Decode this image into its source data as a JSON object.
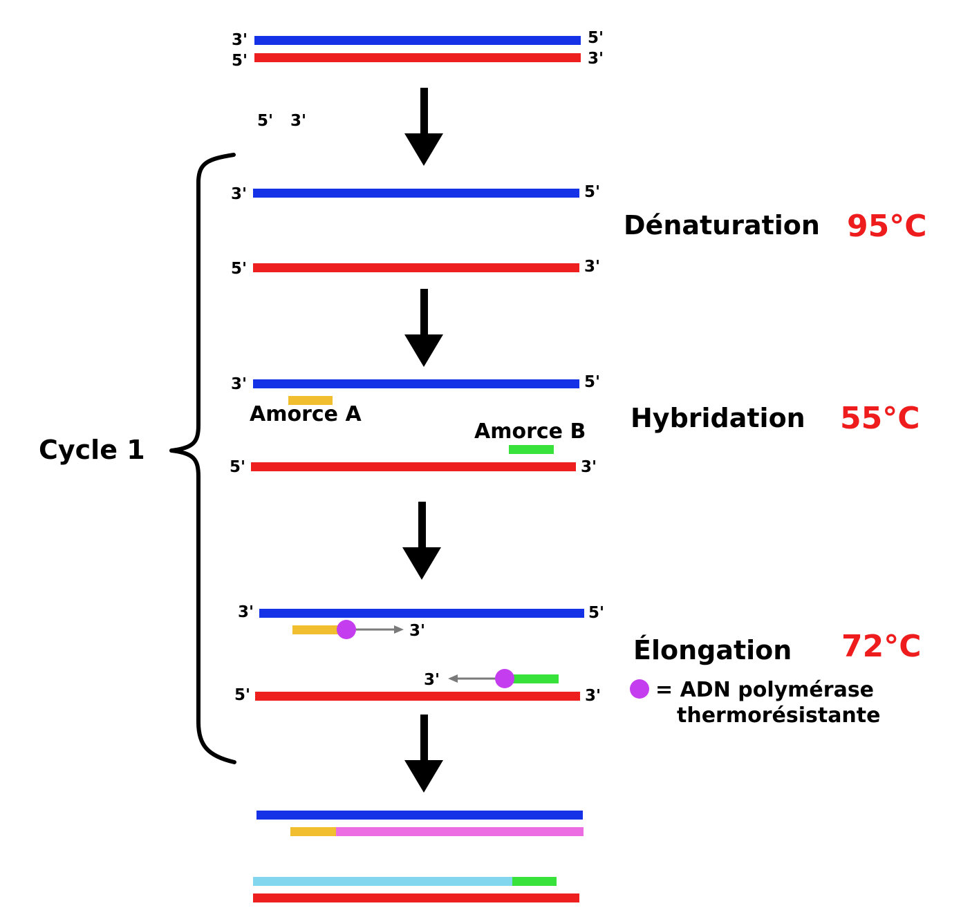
{
  "colors": {
    "strand_top": "#1532e6",
    "strand_bottom": "#ee1f1f",
    "primer_a": "#f0be2e",
    "primer_b": "#38e23a",
    "new_top": "#ec6ce1",
    "new_bottom": "#82d6ee",
    "polymerase": "#c43ef0",
    "extension_arrow": "#7a7a7a",
    "temperature": "#ee1c1c"
  },
  "labels": {
    "end_3": "3'",
    "end_5": "5'"
  },
  "steps": {
    "denaturation": {
      "name": "Dénaturation",
      "temp": "95°C"
    },
    "hybridation": {
      "name": "Hybridation",
      "temp": "55°C"
    },
    "elongation": {
      "name": "Élongation",
      "temp": "72°C"
    }
  },
  "primers": {
    "a": "Amorce A",
    "b": "Amorce B"
  },
  "cycle": "Cycle 1",
  "legend": {
    "line1": "= ADN polymérase",
    "line2": "thermorésistante"
  }
}
